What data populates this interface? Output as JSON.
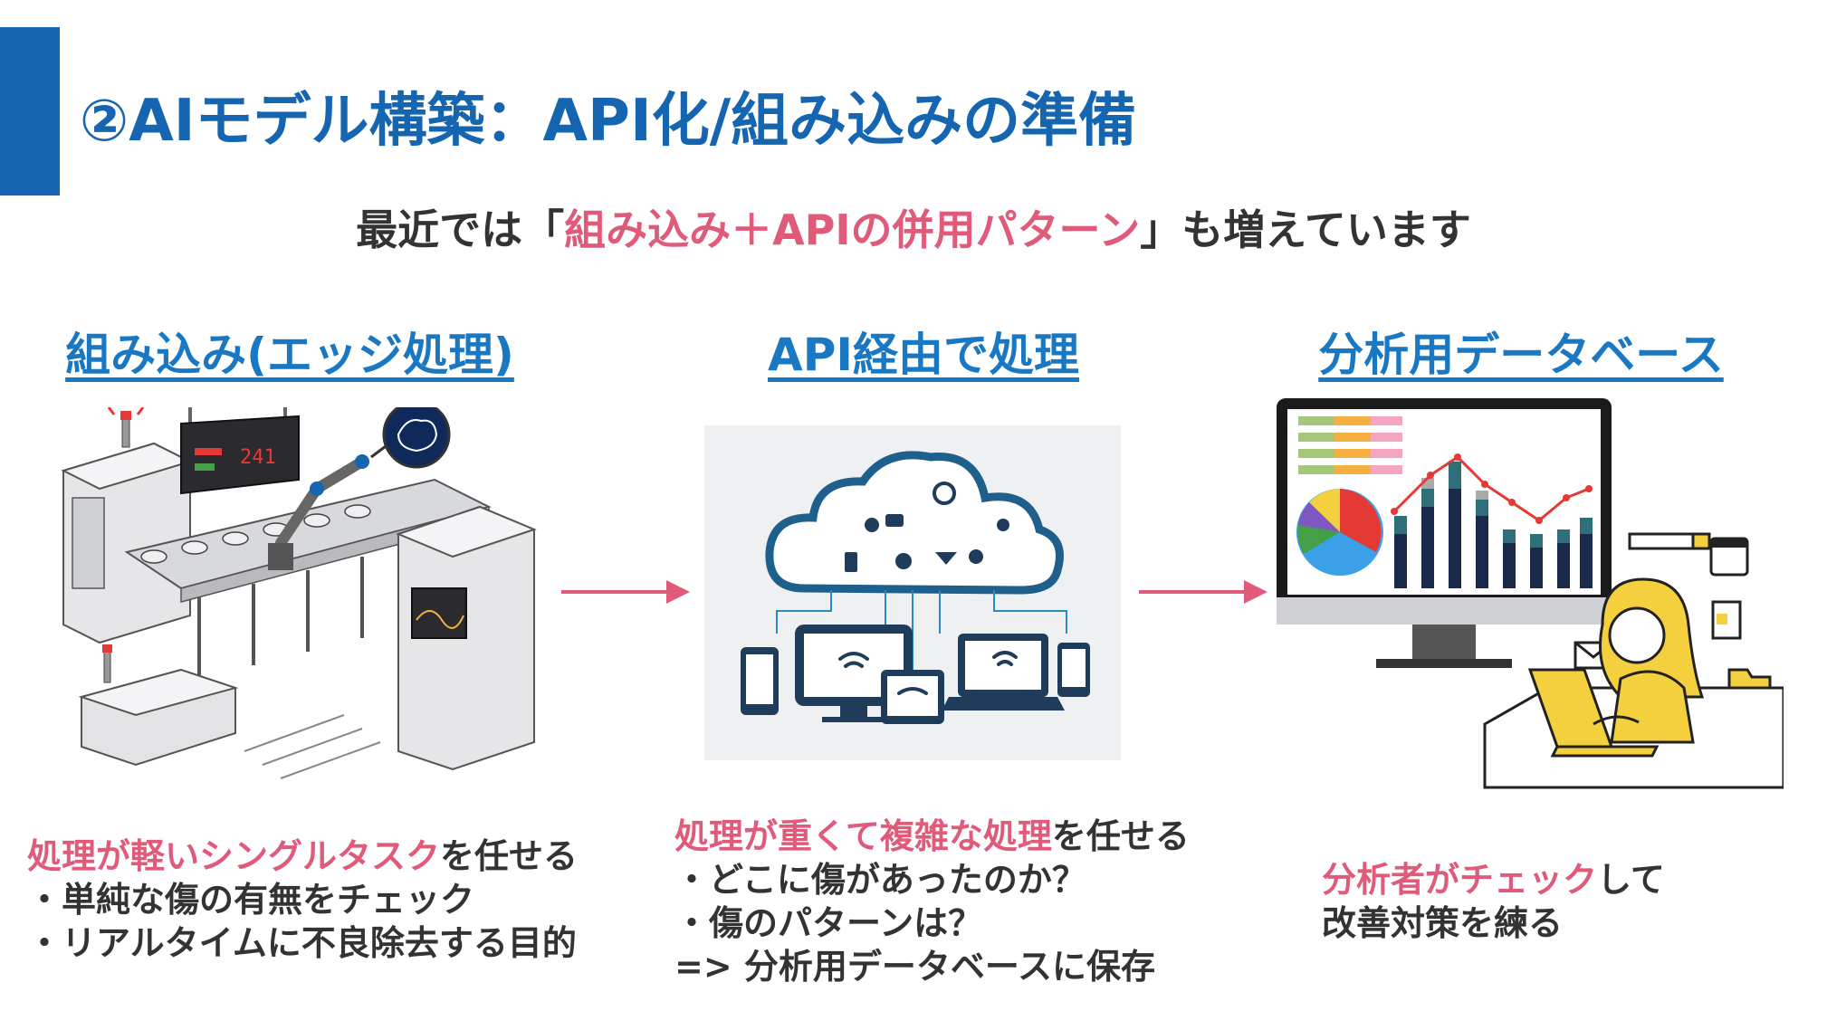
{
  "title": "②AIモデル構築：API化/組み込みの準備",
  "subtitle": {
    "prefix": "最近では「",
    "highlight": "組み込み＋APIの併用パターン",
    "suffix": "」も増えています"
  },
  "columns": [
    {
      "heading": "組み込み(エッジ処理)",
      "desc_highlight": "処理が軽いシングルタスク",
      "desc_suffix": "を任せる",
      "bullets": [
        "・単純な傷の有無をチェック",
        "・リアルタイムに不良除去する目的"
      ],
      "display_number": "241"
    },
    {
      "heading": "API経由で処理",
      "desc_highlight": "処理が重くて複雑な処理",
      "desc_suffix": "を任せる",
      "bullets": [
        "・どこに傷があったのか？",
        "・傷のパターンは？",
        "=> 分析用データベースに保存"
      ]
    },
    {
      "heading": "分析用データベース",
      "desc_highlight": "分析者がチェック",
      "desc_suffix": "して",
      "bullets": [
        "改善対策を練る"
      ]
    }
  ],
  "colors": {
    "accent": "#1565b0",
    "heading": "#1a78c2",
    "highlight": "#e05a7a",
    "text": "#333333"
  },
  "icons": [
    "factory-conveyor-illustration",
    "cloud-devices-illustration",
    "analyst-dashboard-illustration",
    "arrow-right-icon"
  ]
}
